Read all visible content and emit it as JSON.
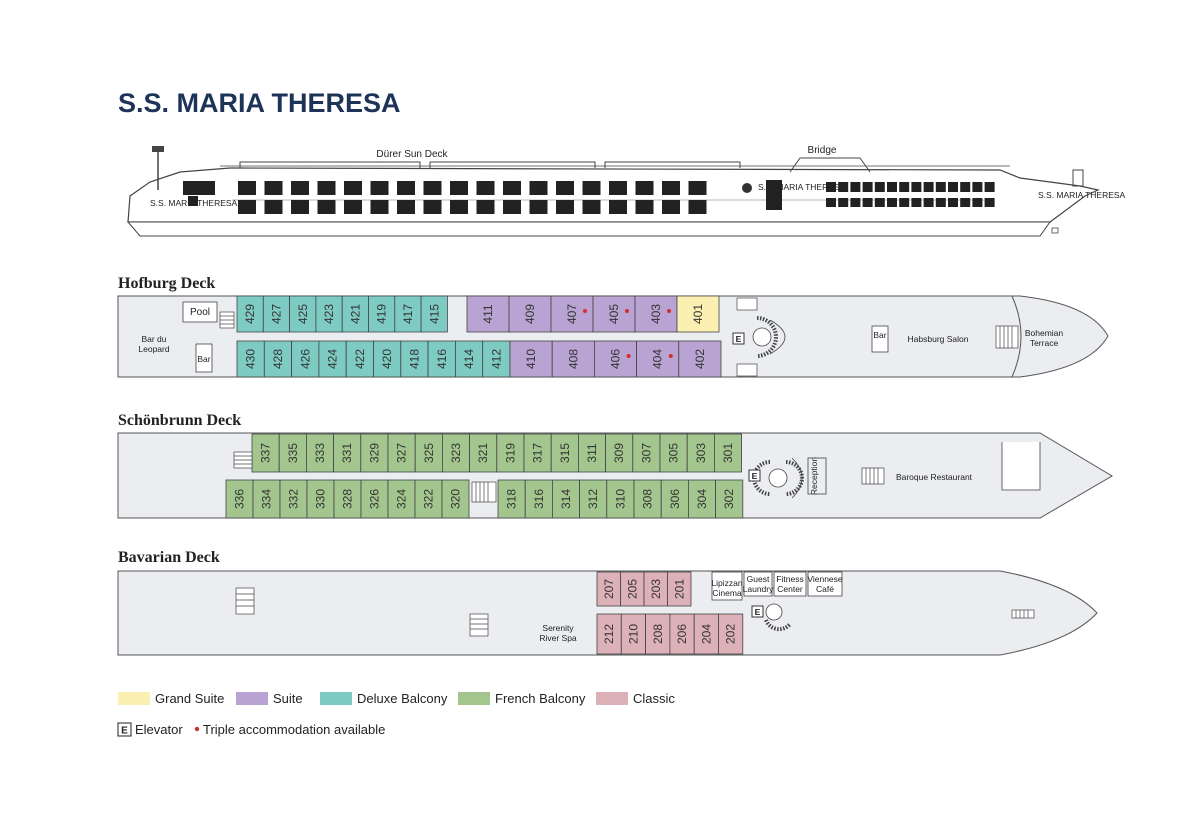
{
  "title": "S.S. MARIA THERESA",
  "ship_profile": {
    "sun_deck_label": "Dürer Sun Deck",
    "bridge_label": "Bridge",
    "hull_name_left": "S.S. MARIA THERESA",
    "hull_name_mid": "S.S. MARIA THERESA",
    "hull_name_right": "S.S. MARIA THERESA"
  },
  "colors": {
    "grand_suite": "#fbf0b2",
    "suite": "#b9a3d3",
    "deluxe_balcony": "#7ecbc3",
    "french_balcony": "#a3c68e",
    "classic": "#dcb1b8",
    "triple_dot": "#d32f2f",
    "title": "#1d3358"
  },
  "decks": {
    "hofburg": {
      "name": "Hofburg Deck",
      "top_row": [
        {
          "num": "429",
          "cat": "deluxe_balcony"
        },
        {
          "num": "427",
          "cat": "deluxe_balcony"
        },
        {
          "num": "425",
          "cat": "deluxe_balcony"
        },
        {
          "num": "423",
          "cat": "deluxe_balcony"
        },
        {
          "num": "421",
          "cat": "deluxe_balcony"
        },
        {
          "num": "419",
          "cat": "deluxe_balcony"
        },
        {
          "num": "417",
          "cat": "deluxe_balcony"
        },
        {
          "num": "415",
          "cat": "deluxe_balcony"
        },
        {
          "num": "411",
          "cat": "suite"
        },
        {
          "num": "409",
          "cat": "suite"
        },
        {
          "num": "407",
          "cat": "suite",
          "triple": true
        },
        {
          "num": "405",
          "cat": "suite",
          "triple": true
        },
        {
          "num": "403",
          "cat": "suite",
          "triple": true
        },
        {
          "num": "401",
          "cat": "grand_suite"
        }
      ],
      "bottom_row": [
        {
          "num": "430",
          "cat": "deluxe_balcony"
        },
        {
          "num": "428",
          "cat": "deluxe_balcony"
        },
        {
          "num": "426",
          "cat": "deluxe_balcony"
        },
        {
          "num": "424",
          "cat": "deluxe_balcony"
        },
        {
          "num": "422",
          "cat": "deluxe_balcony"
        },
        {
          "num": "420",
          "cat": "deluxe_balcony"
        },
        {
          "num": "418",
          "cat": "deluxe_balcony"
        },
        {
          "num": "416",
          "cat": "deluxe_balcony"
        },
        {
          "num": "414",
          "cat": "deluxe_balcony"
        },
        {
          "num": "412",
          "cat": "deluxe_balcony"
        },
        {
          "num": "410",
          "cat": "suite"
        },
        {
          "num": "408",
          "cat": "suite"
        },
        {
          "num": "406",
          "cat": "suite",
          "triple": true
        },
        {
          "num": "404",
          "cat": "suite",
          "triple": true
        },
        {
          "num": "402",
          "cat": "suite"
        }
      ],
      "labels": {
        "pool": "Pool",
        "bar_du_leopard_1": "Bar du",
        "bar_du_leopard_2": "Leopard",
        "bar_small": "Bar",
        "bar_forward": "Bar",
        "habsburg_salon": "Habsburg Salon",
        "bohemian_1": "Bohemian",
        "bohemian_2": "Terrace",
        "elevator_letter": "E"
      }
    },
    "schonbrunn": {
      "name": "Schönbrunn Deck",
      "top_row": [
        {
          "num": "337",
          "cat": "french_balcony"
        },
        {
          "num": "335",
          "cat": "french_balcony"
        },
        {
          "num": "333",
          "cat": "french_balcony"
        },
        {
          "num": "331",
          "cat": "french_balcony"
        },
        {
          "num": "329",
          "cat": "french_balcony"
        },
        {
          "num": "327",
          "cat": "french_balcony"
        },
        {
          "num": "325",
          "cat": "french_balcony"
        },
        {
          "num": "323",
          "cat": "french_balcony"
        },
        {
          "num": "321",
          "cat": "french_balcony"
        },
        {
          "num": "319",
          "cat": "french_balcony"
        },
        {
          "num": "317",
          "cat": "french_balcony"
        },
        {
          "num": "315",
          "cat": "french_balcony"
        },
        {
          "num": "311",
          "cat": "french_balcony"
        },
        {
          "num": "309",
          "cat": "french_balcony"
        },
        {
          "num": "307",
          "cat": "french_balcony"
        },
        {
          "num": "305",
          "cat": "french_balcony"
        },
        {
          "num": "303",
          "cat": "french_balcony"
        },
        {
          "num": "301",
          "cat": "french_balcony"
        }
      ],
      "bottom_left": [
        {
          "num": "336",
          "cat": "french_balcony"
        },
        {
          "num": "334",
          "cat": "french_balcony"
        },
        {
          "num": "332",
          "cat": "french_balcony"
        },
        {
          "num": "330",
          "cat": "french_balcony"
        },
        {
          "num": "328",
          "cat": "french_balcony"
        },
        {
          "num": "326",
          "cat": "french_balcony"
        },
        {
          "num": "324",
          "cat": "french_balcony"
        },
        {
          "num": "322",
          "cat": "french_balcony"
        },
        {
          "num": "320",
          "cat": "french_balcony"
        }
      ],
      "bottom_right": [
        {
          "num": "318",
          "cat": "french_balcony"
        },
        {
          "num": "316",
          "cat": "french_balcony"
        },
        {
          "num": "314",
          "cat": "french_balcony"
        },
        {
          "num": "312",
          "cat": "french_balcony"
        },
        {
          "num": "310",
          "cat": "french_balcony"
        },
        {
          "num": "308",
          "cat": "french_balcony"
        },
        {
          "num": "306",
          "cat": "french_balcony"
        },
        {
          "num": "304",
          "cat": "french_balcony"
        },
        {
          "num": "302",
          "cat": "french_balcony"
        }
      ],
      "labels": {
        "reception": "Reception",
        "baroque_restaurant": "Baroque Restaurant",
        "elevator_letter": "E"
      }
    },
    "bavarian": {
      "name": "Bavarian Deck",
      "top_row": [
        {
          "num": "207",
          "cat": "classic"
        },
        {
          "num": "205",
          "cat": "classic"
        },
        {
          "num": "203",
          "cat": "classic"
        },
        {
          "num": "201",
          "cat": "classic"
        }
      ],
      "bottom_row": [
        {
          "num": "212",
          "cat": "classic"
        },
        {
          "num": "210",
          "cat": "classic"
        },
        {
          "num": "208",
          "cat": "classic"
        },
        {
          "num": "206",
          "cat": "classic"
        },
        {
          "num": "204",
          "cat": "classic"
        },
        {
          "num": "202",
          "cat": "classic"
        }
      ],
      "labels": {
        "serenity_1": "Serenity",
        "serenity_2": "River Spa",
        "lipizzan_1": "Lipizzan",
        "lipizzan_2": "Cinema",
        "guest_1": "Guest",
        "guest_2": "Laundry",
        "fitness_1": "Fitness",
        "fitness_2": "Center",
        "viennese_1": "Viennese",
        "viennese_2": "Café",
        "elevator_letter": "E"
      }
    }
  },
  "legend": {
    "grand_suite": "Grand Suite",
    "suite": "Suite",
    "deluxe_balcony": "Deluxe Balcony",
    "french_balcony": "French Balcony",
    "classic": "Classic",
    "elevator_letter": "E",
    "elevator_label": "Elevator",
    "triple_label": "Triple accommodation available"
  }
}
